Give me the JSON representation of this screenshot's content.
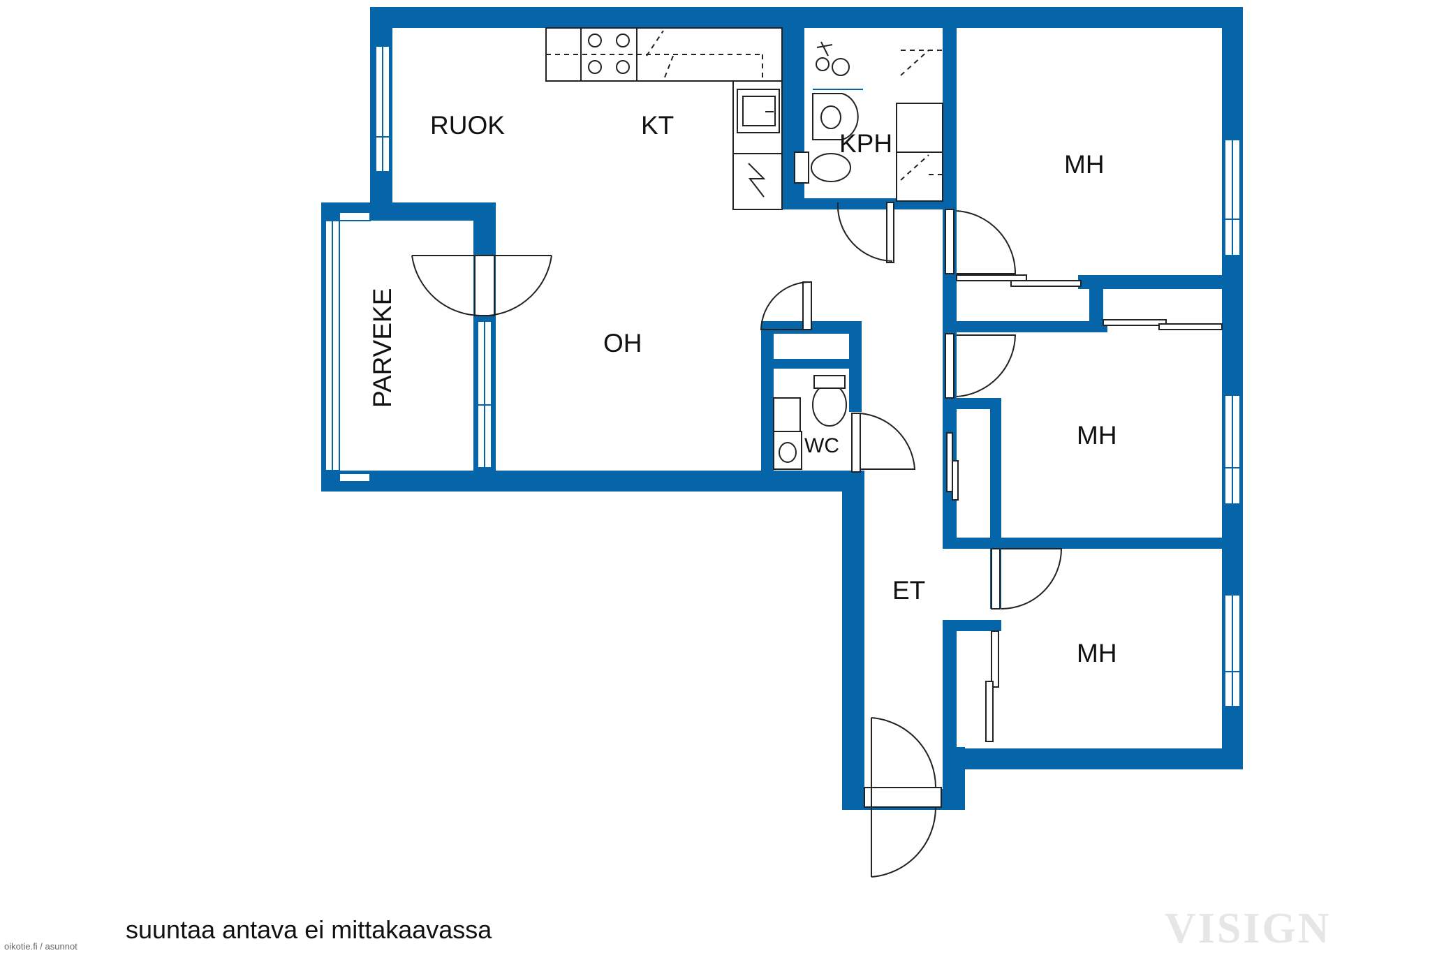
{
  "rooms": {
    "ruok": "RUOK",
    "kt": "KT",
    "kph": "KPH",
    "mh1": "MH",
    "parveke": "PARVEKE",
    "oh": "OH",
    "wc": "WC",
    "mh2": "MH",
    "et": "ET",
    "mh3": "MH"
  },
  "note": "suuntaa antava ei mittakaavassa",
  "watermark": "VISIGN",
  "credit": "oikotie.fi / asunnot",
  "colors": {
    "wall": "#0565a8",
    "line": "#222222"
  }
}
